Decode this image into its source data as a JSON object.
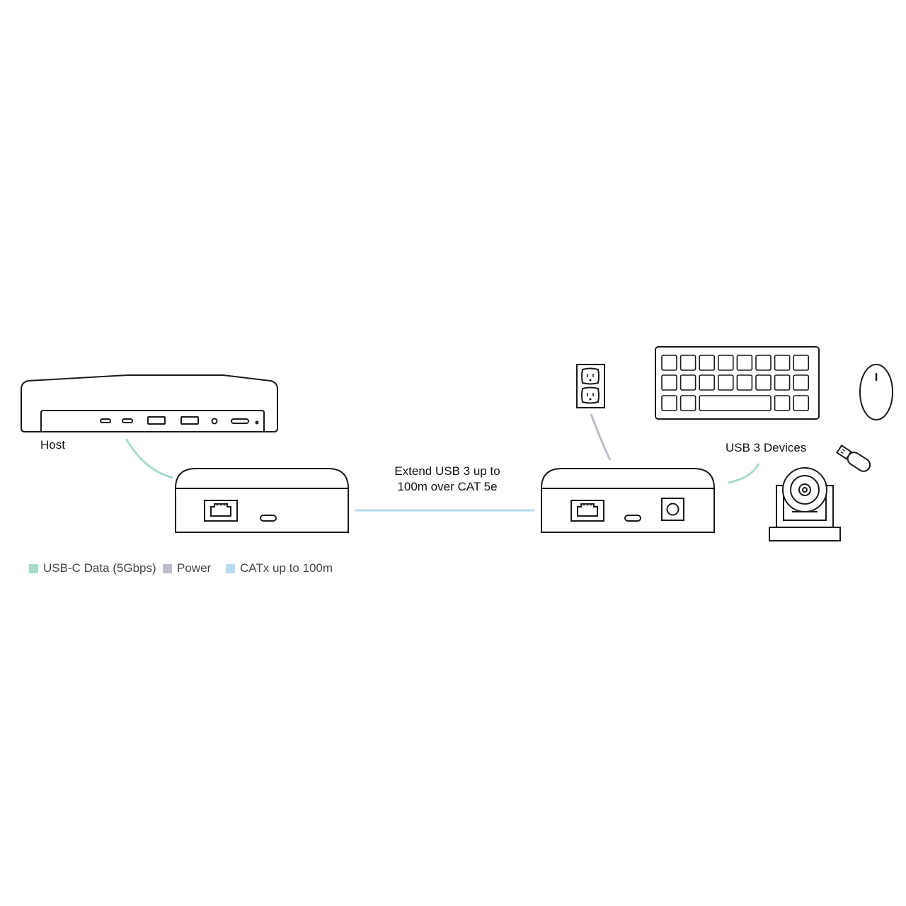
{
  "labels": {
    "host": "Host",
    "extend_line1": "Extend USB 3 up to",
    "extend_line2": "100m over CAT 5e",
    "usb_devices": "USB 3 Devices"
  },
  "legend": [
    {
      "label": "USB-C Data (5Gbps)",
      "color": "#a6dcc5"
    },
    {
      "label": "Power",
      "color": "#bcbdc8"
    },
    {
      "label": "CATx up to 100m",
      "color": "#b7dcf2"
    }
  ],
  "colors": {
    "usb_c": "#a6dcc5",
    "power": "#bcbdc8",
    "catx": "#b7dcf2",
    "outline": "#1a1a1a"
  }
}
